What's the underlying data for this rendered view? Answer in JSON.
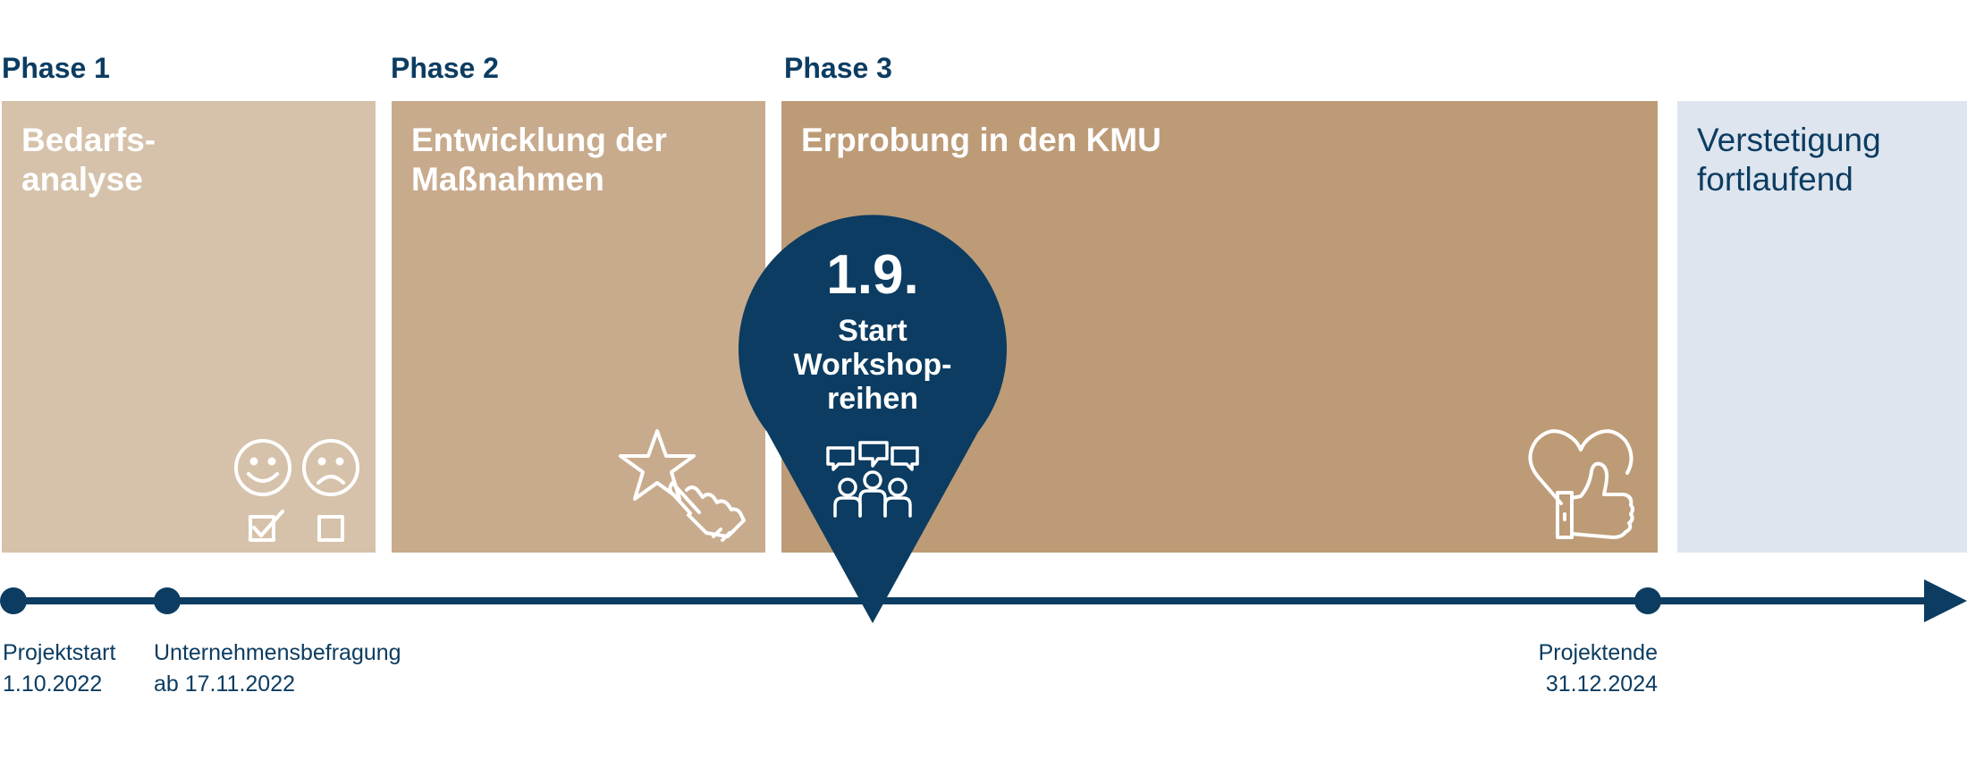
{
  "phases": [
    {
      "label": "Phase 1",
      "title_lines": [
        "Bedarfs-",
        "analyse"
      ],
      "color": "#d6c2aa",
      "icon": "smiley-survey-icon"
    },
    {
      "label": "Phase 2",
      "title_lines": [
        "Entwicklung der",
        "Maßnahmen"
      ],
      "color": "#c8ab8d",
      "icon": "star-hand-icon"
    },
    {
      "label": "Phase 3",
      "title_lines": [
        "Erprobung in den KMU"
      ],
      "color": "#bd9b77",
      "icon": "heart-thumbs-up-icon"
    }
  ],
  "continuation": {
    "title_lines": [
      "Verstetigung",
      "fortlaufend"
    ],
    "color": "#dee5ef"
  },
  "timeline": {
    "color": "#0c3c61",
    "milestones": [
      {
        "name": "projektstart",
        "lines": [
          "Projektstart",
          "1.10.2022"
        ]
      },
      {
        "name": "unternehmensbefragung",
        "lines": [
          "Unternehmensbefragung",
          "ab 17.11.2022"
        ]
      },
      {
        "name": "projektende",
        "lines": [
          "Projektende",
          "31.12.2024"
        ]
      }
    ]
  },
  "pin": {
    "date": "1.9.",
    "caption_lines": [
      "Start",
      "Workshop-",
      "reihen"
    ],
    "icon": "workshop-group-icon",
    "color": "#0c3c61"
  }
}
